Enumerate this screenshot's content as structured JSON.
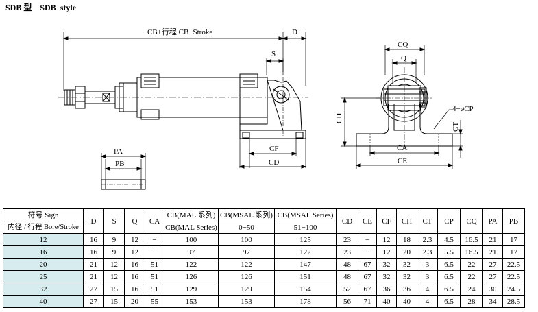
{
  "title": "SDB 型    SDB  style",
  "drawing": {
    "cb_label": "CB+行程   CB+Stroke",
    "d": "D",
    "s": "S",
    "cq": "CQ",
    "q": "Q",
    "ch": "CH",
    "cp": "4−øCP",
    "ct": "CT",
    "cf": "CF",
    "cd": "CD",
    "ca": "CA",
    "ce": "CE",
    "pa": "PA",
    "pb": "PB"
  },
  "table": {
    "header1": [
      "符号 Sign",
      "D",
      "S",
      "Q",
      "CA",
      "CB(MAL 系列)",
      "CB(MSAL 系列)",
      "CB(MSAL  Series)",
      "CD",
      "CE",
      "CF",
      "CH",
      "CT",
      "CP",
      "CQ",
      "PA",
      "PB"
    ],
    "header2": [
      "内径 / 行程 Bore/Stroke",
      "CB(MAL Series)",
      "0−50",
      "51−100"
    ],
    "rows": [
      [
        "12",
        "16",
        "9",
        "12",
        "−",
        "100",
        "100",
        "125",
        "23",
        "−",
        "12",
        "18",
        "2.3",
        "4.5",
        "16.5",
        "21",
        "17"
      ],
      [
        "16",
        "16",
        "9",
        "12",
        "−",
        "97",
        "97",
        "122",
        "23",
        "−",
        "12",
        "20",
        "2.3",
        "5.5",
        "16.5",
        "21",
        "17"
      ],
      [
        "20",
        "21",
        "12",
        "16",
        "51",
        "122",
        "122",
        "147",
        "48",
        "67",
        "32",
        "32",
        "3",
        "6.5",
        "22",
        "27",
        "22.5"
      ],
      [
        "25",
        "21",
        "12",
        "16",
        "51",
        "126",
        "126",
        "151",
        "48",
        "67",
        "32",
        "32",
        "3",
        "6.5",
        "22",
        "27",
        "22.5"
      ],
      [
        "32",
        "27",
        "15",
        "16",
        "51",
        "129",
        "129",
        "154",
        "52",
        "67",
        "36",
        "36",
        "4",
        "6.5",
        "24",
        "30",
        "24.5"
      ],
      [
        "40",
        "27",
        "15",
        "20",
        "55",
        "153",
        "153",
        "178",
        "56",
        "71",
        "40",
        "40",
        "4",
        "6.5",
        "28",
        "34",
        "28.5"
      ]
    ]
  }
}
